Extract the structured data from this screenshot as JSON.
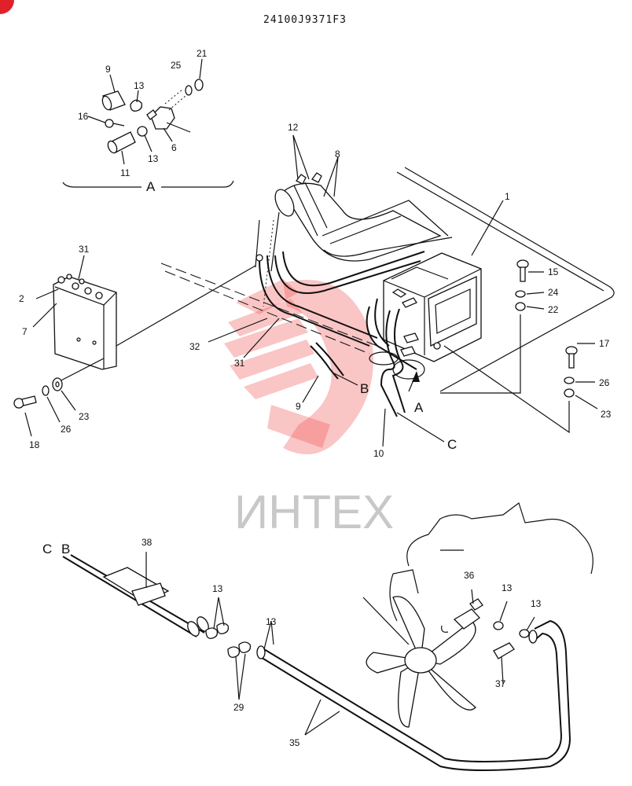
{
  "diagram_code": "24100J9371F3",
  "corner_marker_color": "#e0202a",
  "watermark": {
    "text": "ИНТЕХ",
    "color": "#f05a5a"
  },
  "callouts": {
    "c1": "1",
    "c2": "2",
    "c6": "6",
    "c7": "7",
    "c8": "8",
    "c9_top": "9",
    "c9_mid": "9",
    "c10": "10",
    "c11": "11",
    "c12": "12",
    "c13_a": "13",
    "c13_b": "13",
    "c13_c": "13",
    "c13_d": "13",
    "c13_e": "13",
    "c13_f": "13",
    "c15": "15",
    "c16": "16",
    "c17": "17",
    "c18": "18",
    "c21": "21",
    "c22": "22",
    "c23_left": "23",
    "c23_right": "23",
    "c24": "24",
    "c25": "25",
    "c26_left": "26",
    "c26_right": "26",
    "c29": "29",
    "c31_top": "31",
    "c31_mid": "31",
    "c32": "32",
    "c35": "35",
    "c36": "36",
    "c37": "37",
    "c38": "38"
  },
  "section_letters": {
    "detail_a": "A",
    "arrow_a": "A",
    "hose_b": "B",
    "hose_c": "C",
    "pipe_c": "C",
    "pipe_b": "B"
  }
}
